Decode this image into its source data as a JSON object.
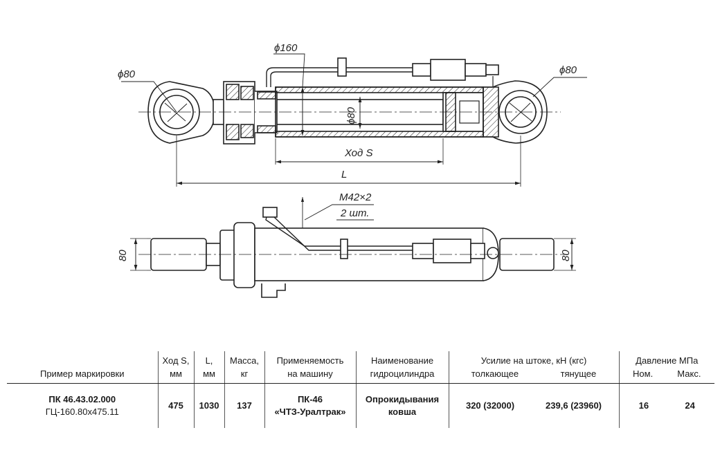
{
  "drawing": {
    "labels": {
      "eye_left_dia": "ϕ80",
      "tube_dia": "ϕ160",
      "rod_dia": "ϕ80",
      "eye_right_dia": "ϕ80",
      "stroke": "Ход S",
      "length": "L",
      "thread": "M42×2",
      "thread_qty": "2 шт.",
      "width_left": "80",
      "width_right": "80"
    }
  },
  "table": {
    "headers": {
      "marking": "Пример маркировки",
      "stroke": [
        "Ход S,",
        "мм"
      ],
      "length": [
        "L,",
        "мм"
      ],
      "mass": [
        "Масса,",
        "кг"
      ],
      "machine": [
        "Применяемость",
        "на машину"
      ],
      "name": [
        "Наименование",
        "гидроцилиндра"
      ],
      "force": "Усилие на штоке, кН (кгс)",
      "force_push": "толкающее",
      "force_pull": "тянущее",
      "pressure": "Давление МПа",
      "pressure_nom": "Ном.",
      "pressure_max": "Макс."
    },
    "row": {
      "marking_main": "ПК 46.43.02.000",
      "marking_sub": "ГЦ-160.80х475.11",
      "stroke": "475",
      "length": "1030",
      "mass": "137",
      "machine": [
        "ПК-46",
        "«ЧТЗ-Уралтрак»"
      ],
      "name": [
        "Опрокидывания",
        "ковша"
      ],
      "force_push": "320 (32000)",
      "force_pull": "239,6 (23960)",
      "pressure_nom": "16",
      "pressure_max": "24"
    }
  }
}
